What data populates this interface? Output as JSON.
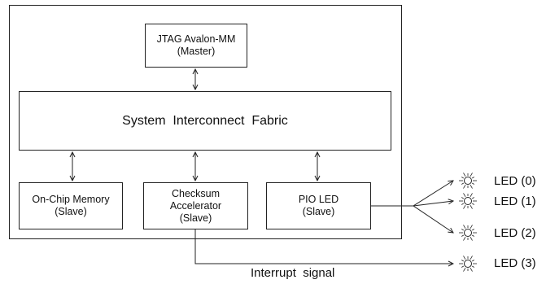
{
  "blocks": {
    "jtag": {
      "line1": "JTAG Avalon-MM",
      "line2": "(Master)"
    },
    "fabric": {
      "label": "System  Interconnect  Fabric"
    },
    "onchip": {
      "line1": "On-Chip Memory",
      "line2": "(Slave)"
    },
    "checksum": {
      "line1": "Checksum",
      "line2": "Accelerator",
      "line3": "(Slave)"
    },
    "pio": {
      "line1": "PIO LED",
      "line2": "(Slave)"
    }
  },
  "leds": [
    {
      "label": "LED (0)"
    },
    {
      "label": "LED (1)"
    },
    {
      "label": "LED (2)"
    },
    {
      "label": "LED (3)"
    }
  ],
  "interrupt": {
    "label": "Interrupt  signal"
  }
}
